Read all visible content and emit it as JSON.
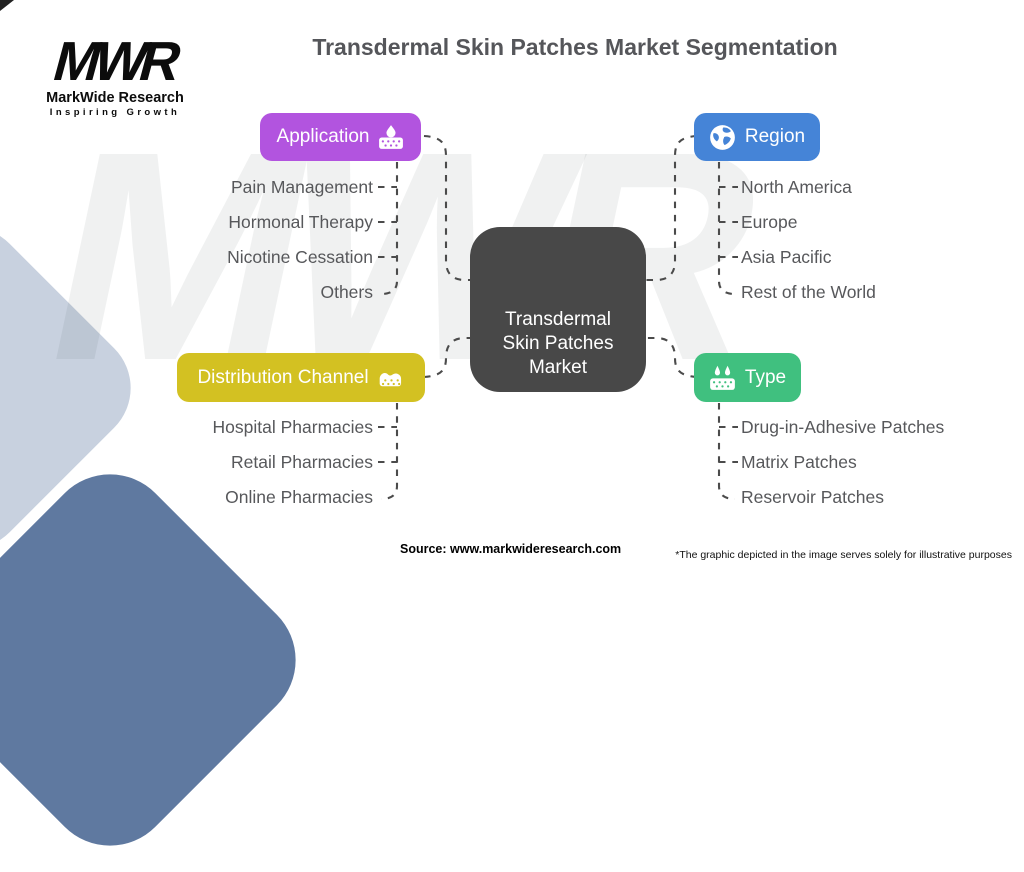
{
  "title": "Transdermal Skin Patches Market Segmentation",
  "logo": {
    "acronym": "MWR",
    "name": "MarkWide Research",
    "tagline": "Inspiring Growth"
  },
  "watermark": "MWR",
  "center": {
    "label": "Transdermal Skin Patches Market"
  },
  "branches": [
    {
      "label": "Application",
      "color": "#b254df",
      "icon": "patch-droplet-icon",
      "items": [
        "Pain Management",
        "Hormonal Therapy",
        "Nicotine Cessation",
        "Others"
      ]
    },
    {
      "label": "Region",
      "color": "#4584d7",
      "icon": "globe-icon",
      "items": [
        "North America",
        "Europe",
        "Asia Pacific",
        "Rest of the World"
      ]
    },
    {
      "label": "Distribution Channel",
      "color": "#d3c122",
      "icon": "patch-box-icon",
      "items": [
        "Hospital Pharmacies",
        "Retail Pharmacies",
        "Online Pharmacies"
      ]
    },
    {
      "label": "Type",
      "color": "#40c07f",
      "icon": "patch-drops-icon",
      "items": [
        "Drug-in-Adhesive Patches",
        "Matrix Patches",
        "Reservoir Patches"
      ]
    }
  ],
  "footer": {
    "source": "Source: www.markwideresearch.com",
    "disclaimer": "*The graphic depicted in the image serves solely for illustrative purposes"
  },
  "colors": {
    "center_box": "#484848",
    "connector": "#4b4b4b",
    "shape_light": "#c8d1df",
    "shape_dark": "#5f79a0",
    "item_text": "#57585b",
    "title_text": "#55565a"
  }
}
